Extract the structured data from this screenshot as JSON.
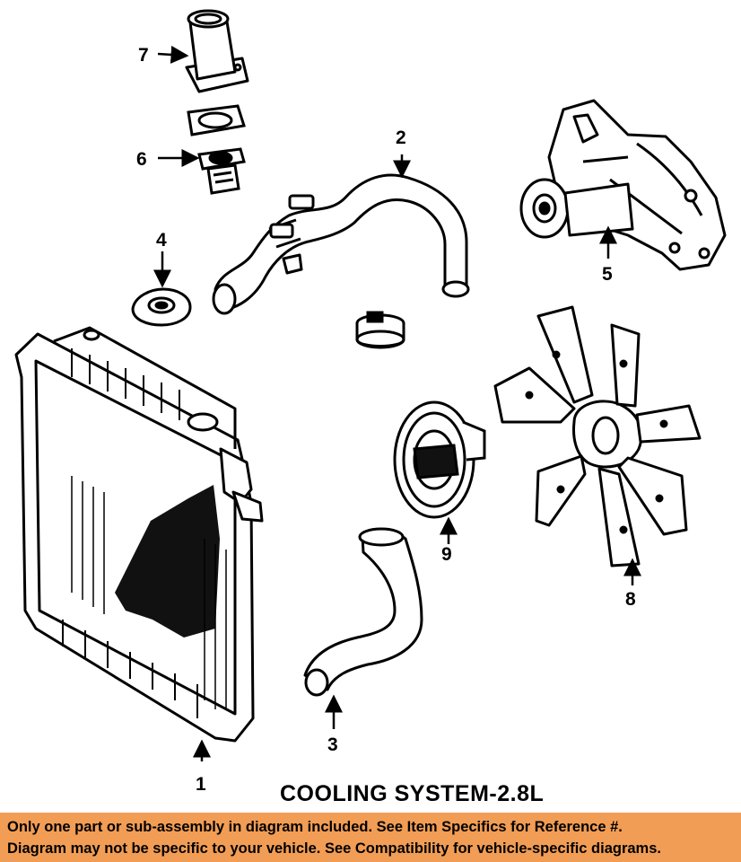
{
  "diagram": {
    "title": "COOLING SYSTEM-2.8L",
    "callouts": [
      {
        "part": "radiator",
        "number": "1"
      },
      {
        "part": "upper-hose",
        "number": "2"
      },
      {
        "part": "lower-hose",
        "number": "3"
      },
      {
        "part": "radiator-cap",
        "number": "4"
      },
      {
        "part": "water-pump",
        "number": "5"
      },
      {
        "part": "thermostat",
        "number": "6"
      },
      {
        "part": "thermostat-housing",
        "number": "7"
      },
      {
        "part": "fan-blade",
        "number": "8"
      },
      {
        "part": "fan-clutch",
        "number": "9"
      }
    ]
  },
  "notice": {
    "line1": "Only one part or sub-assembly in diagram included. See Item Specifics for Reference #.",
    "line2": "Diagram may not be specific to your vehicle. See Compatibility for vehicle-specific diagrams.",
    "background_color": "#f29d55"
  }
}
